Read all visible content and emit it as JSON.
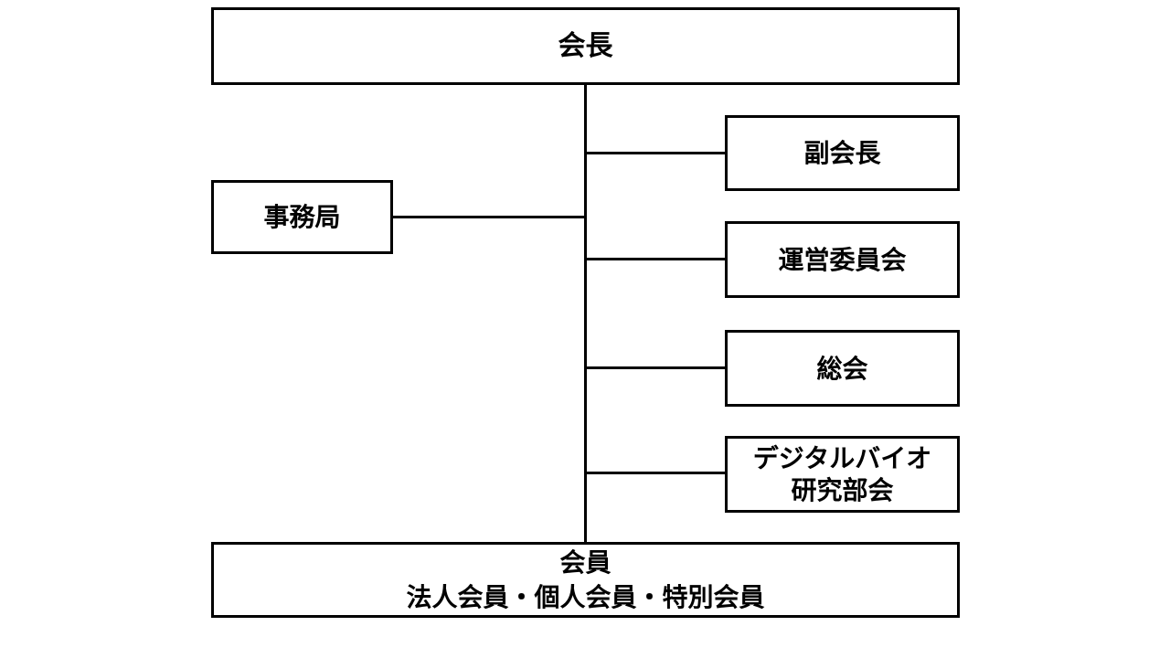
{
  "diagram": {
    "type": "org-chart",
    "colors": {
      "background": "#ffffff",
      "box_fill": "#ffffff",
      "line": "#000000",
      "text": "#000000"
    },
    "nodes": {
      "chairman": {
        "label": "会長"
      },
      "secretariat": {
        "label": "事務局"
      },
      "vice_chairman": {
        "label": "副会長"
      },
      "steering_committee": {
        "label": "運営委員会"
      },
      "general_assembly": {
        "label": "総会"
      },
      "digital_bio_group": {
        "label_line1": "デジタルバイオ",
        "label_line2": "研究部会"
      },
      "members": {
        "label_line1": "会員",
        "label_line2": "法人会員・個人会員・特別会員"
      }
    },
    "edges": [
      {
        "from": "chairman",
        "to": "secretariat"
      },
      {
        "from": "chairman",
        "to": "vice_chairman"
      },
      {
        "from": "chairman",
        "to": "steering_committee"
      },
      {
        "from": "chairman",
        "to": "general_assembly"
      },
      {
        "from": "chairman",
        "to": "digital_bio_group"
      },
      {
        "from": "chairman",
        "to": "members"
      }
    ]
  }
}
